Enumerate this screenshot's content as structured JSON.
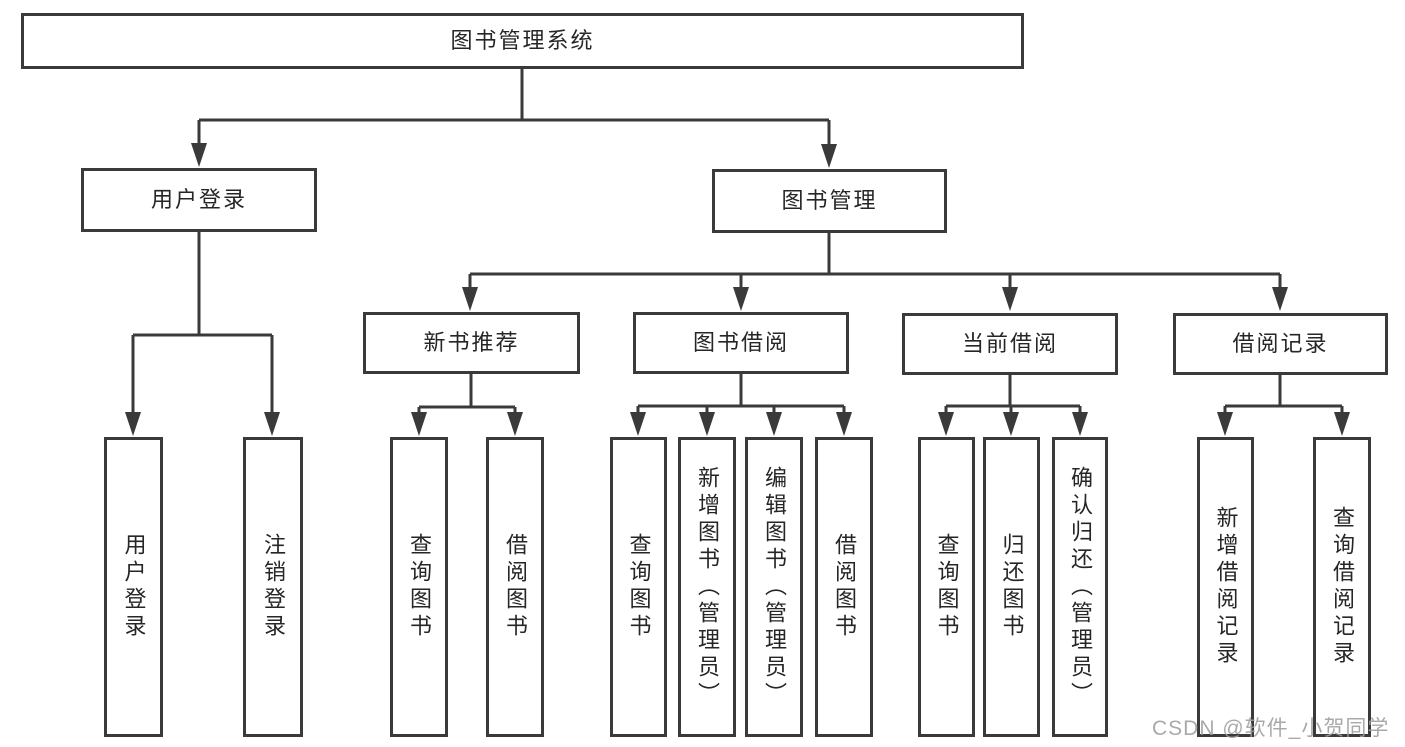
{
  "diagram": {
    "type": "hierarchy-tree",
    "tree": {
      "root": {
        "label": "图书管理系统",
        "children": [
          {
            "label": "用户登录",
            "children": [
              {
                "label": "用户登录"
              },
              {
                "label": "注销登录"
              }
            ]
          },
          {
            "label": "图书管理",
            "children": [
              {
                "label": "新书推荐",
                "children": [
                  {
                    "label": "查询图书"
                  },
                  {
                    "label": "借阅图书"
                  }
                ]
              },
              {
                "label": "图书借阅",
                "children": [
                  {
                    "label": "查询图书"
                  },
                  {
                    "label": "新增图书（管理员）"
                  },
                  {
                    "label": "编辑图书（管理员）"
                  },
                  {
                    "label": "借阅图书"
                  }
                ]
              },
              {
                "label": "当前借阅",
                "children": [
                  {
                    "label": "查询图书"
                  },
                  {
                    "label": "归还图书"
                  },
                  {
                    "label": "确认归还（管理员）"
                  }
                ]
              },
              {
                "label": "借阅记录",
                "children": [
                  {
                    "label": "新增借阅记录"
                  },
                  {
                    "label": "查询借阅记录"
                  }
                ]
              }
            ]
          }
        ]
      }
    },
    "colors": {
      "line": "#3a3a3a",
      "box_border": "#3a3a3a",
      "text": "#262626",
      "background": "#ffffff",
      "watermark": "#9e9ea0"
    }
  },
  "watermark": {
    "text": "CSDN @软件_小贺同学"
  }
}
